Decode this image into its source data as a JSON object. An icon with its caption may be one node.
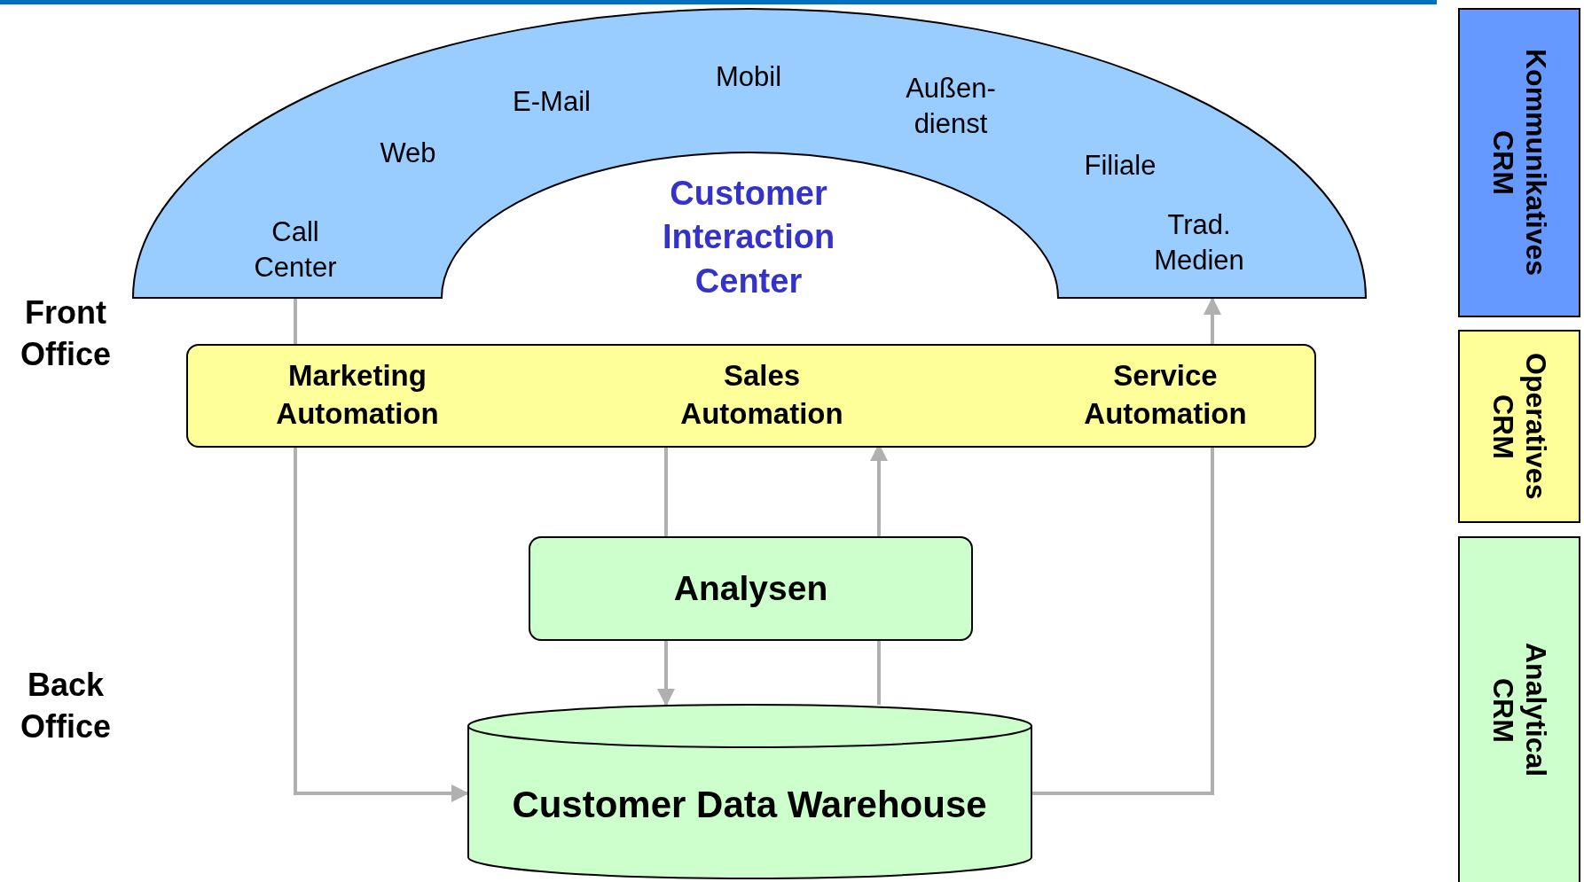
{
  "diagram": {
    "nodes": [
      {
        "text": [
          "Customer Interaction Center",
          "Call Center",
          "Web",
          "E-Mail",
          "Mobil",
          "Außen- dienst",
          "Filiale",
          "Trad. Medien"
        ]
      },
      {
        "text": [
          "Marketing Automation",
          "Sales Automation",
          "Service Automation"
        ]
      },
      {
        "text": [
          "Analysen"
        ]
      },
      {
        "text": [
          "Customer Data Warehouse"
        ]
      },
      {
        "text": [
          "Kommunikatives CRM"
        ]
      },
      {
        "text": [
          "Operatives CRM"
        ]
      },
      {
        "text": [
          "Analytical CRM"
        ]
      }
    ],
    "edges": [
      {
        "from": 0,
        "to": 1,
        "arrow": "none"
      },
      {
        "from": 1,
        "to": 3,
        "arrow": "to"
      },
      {
        "from": 1,
        "to": 2,
        "arrow": "none"
      },
      {
        "from": 2,
        "to": 3,
        "arrow": "to"
      },
      {
        "from": 3,
        "to": 2,
        "arrow": "none"
      },
      {
        "from": 2,
        "to": 1,
        "arrow": "to"
      },
      {
        "from": 3,
        "to": 1,
        "arrow": "none"
      },
      {
        "from": 1,
        "to": 0,
        "arrow": "to"
      }
    ],
    "labels": [
      "Front Office",
      "Back Office"
    ]
  }
}
